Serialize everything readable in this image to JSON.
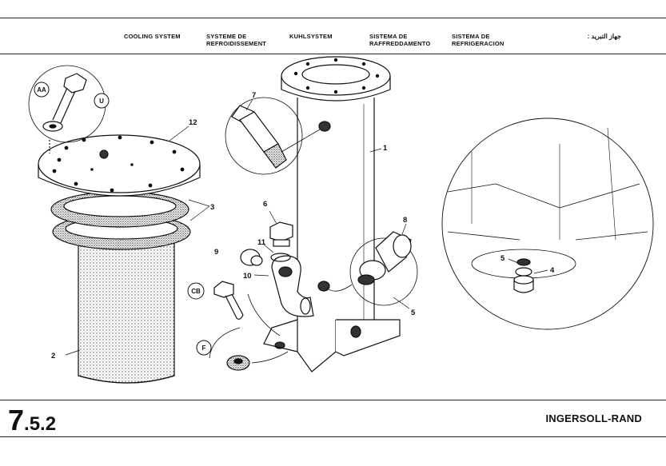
{
  "header": {
    "languages": [
      {
        "id": "en",
        "label": "COOLING SYSTEM"
      },
      {
        "id": "fr",
        "label": "SYSTEME DE\nREFROIDISSEMENT"
      },
      {
        "id": "de",
        "label": "KUHLSYSTEM"
      },
      {
        "id": "it",
        "label": "SISTEMA DE\nRAFFREDDAMENTO"
      },
      {
        "id": "es",
        "label": "SISTEMA DE\nREFRIGERACION"
      },
      {
        "id": "ar",
        "label": "جهاز التبريد :"
      }
    ]
  },
  "callouts": {
    "aa": "AA",
    "u": "U",
    "c12": "12",
    "c7": "7",
    "c1": "1",
    "c3": "3",
    "c6": "6",
    "c11": "11",
    "c9": "9",
    "c10": "10",
    "c8": "8",
    "cb": "CB",
    "c5a": "5",
    "c2": "2",
    "f": "F",
    "c5b": "5",
    "c4": "4"
  },
  "footer": {
    "page_major": "7",
    "page_minor": ".5.2",
    "brand": "INGERSOLL-RAND"
  }
}
